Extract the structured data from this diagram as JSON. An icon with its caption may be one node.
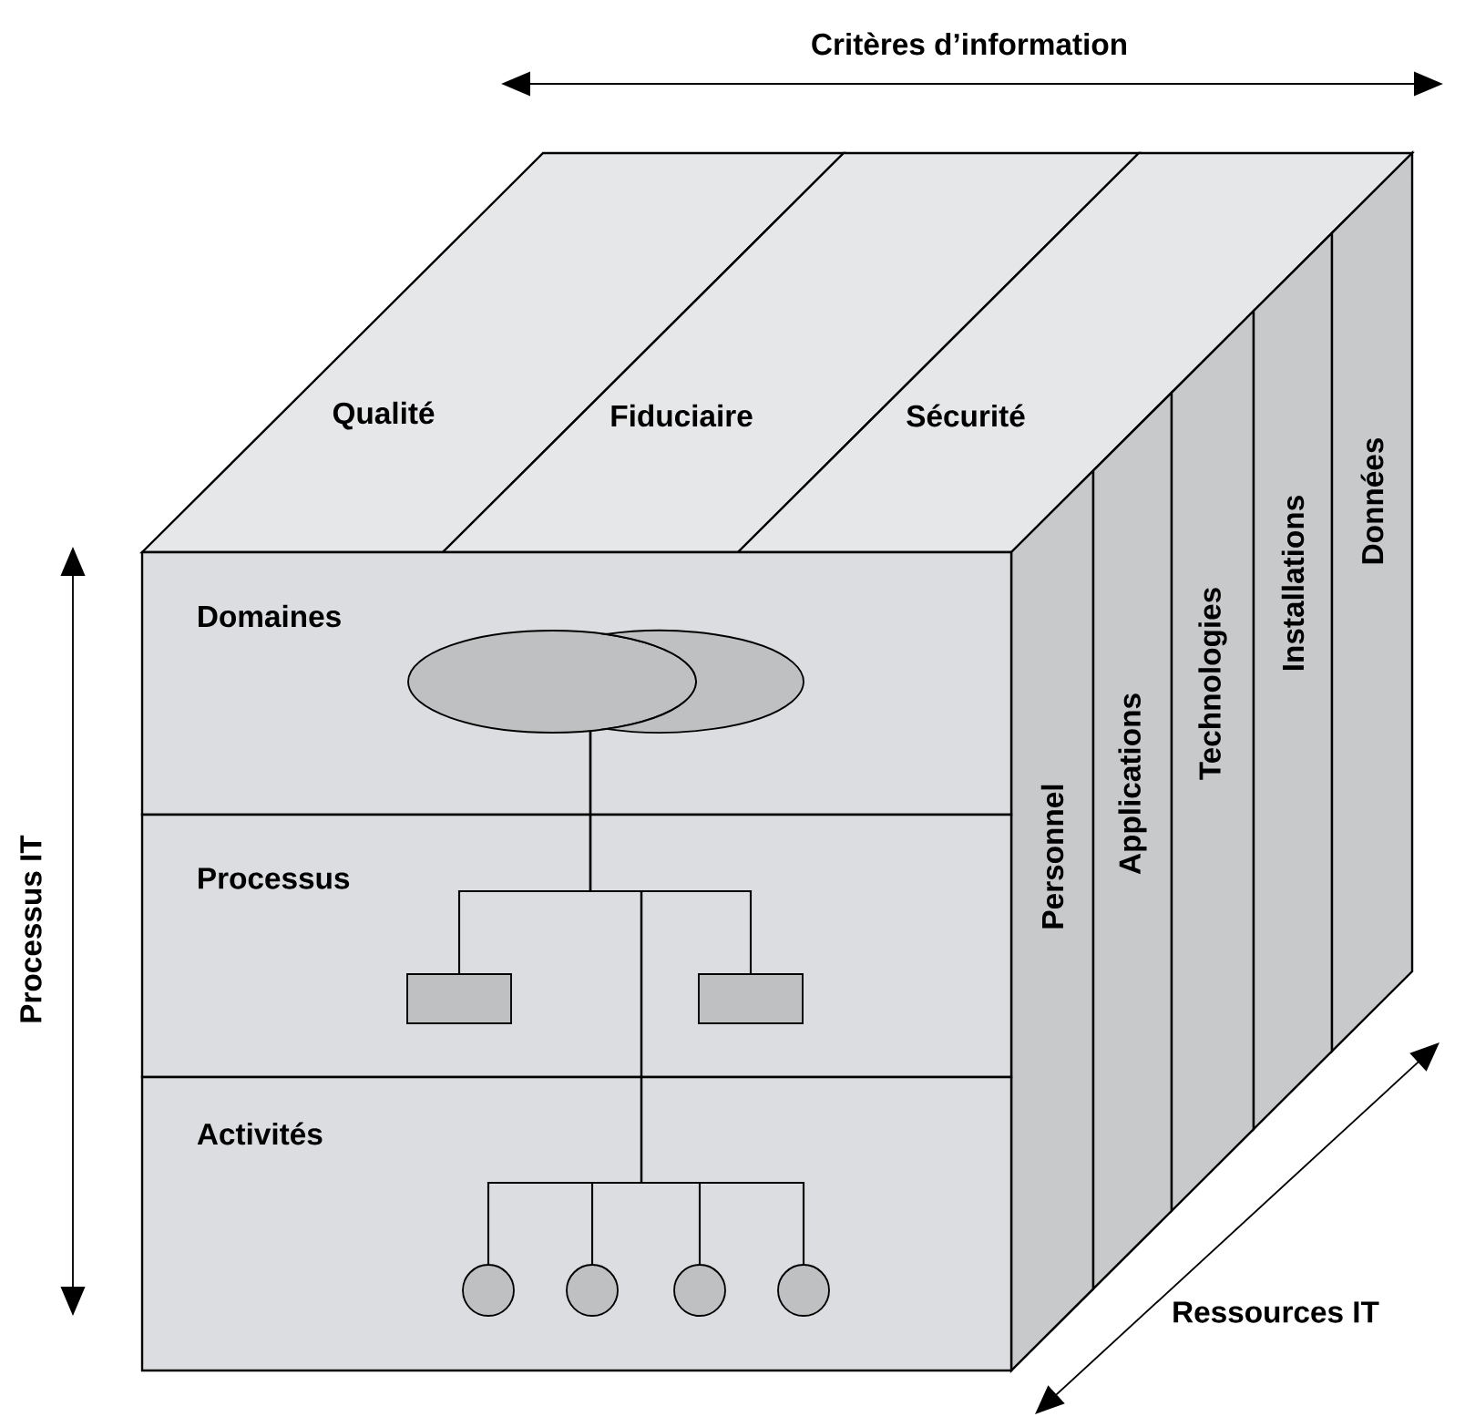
{
  "diagram": {
    "nodes": [
      {
        "text": [
          "Qualité"
        ]
      },
      {
        "text": [
          "Fiduciaire"
        ]
      },
      {
        "text": [
          "Sécurité"
        ]
      },
      {
        "text": [
          "Domaines"
        ]
      },
      {
        "text": [
          "Processus"
        ]
      },
      {
        "text": [
          "Activités"
        ]
      },
      {
        "text": [],
        "shape": "ellipse",
        "in": 3
      },
      {
        "text": [],
        "shape": "ellipse",
        "in": 3
      },
      {
        "text": [],
        "shape": "box",
        "in": 4
      },
      {
        "text": [],
        "shape": "box",
        "in": 4
      },
      {
        "text": [],
        "shape": "circle",
        "in": 5
      },
      {
        "text": [],
        "shape": "circle",
        "in": 5
      },
      {
        "text": [],
        "shape": "circle",
        "in": 5
      },
      {
        "text": [],
        "shape": "circle",
        "in": 5
      },
      {
        "text": [
          "Personnel"
        ]
      },
      {
        "text": [
          "Applications"
        ]
      },
      {
        "text": [
          "Technologies"
        ]
      },
      {
        "text": [
          "Installations"
        ]
      },
      {
        "text": [
          "Données"
        ]
      }
    ],
    "edges": [
      {
        "from": 6,
        "to": 8,
        "arrow": "none"
      },
      {
        "from": 6,
        "to": 9,
        "arrow": "none"
      },
      {
        "from": 6,
        "to": 10,
        "arrow": "none"
      },
      {
        "from": 6,
        "to": 11,
        "arrow": "none"
      },
      {
        "from": 6,
        "to": 12,
        "arrow": "none"
      },
      {
        "from": 6,
        "to": 13,
        "arrow": "none"
      }
    ],
    "labels": [
      "Critères d’information",
      "Processus IT",
      "Ressources IT"
    ]
  }
}
